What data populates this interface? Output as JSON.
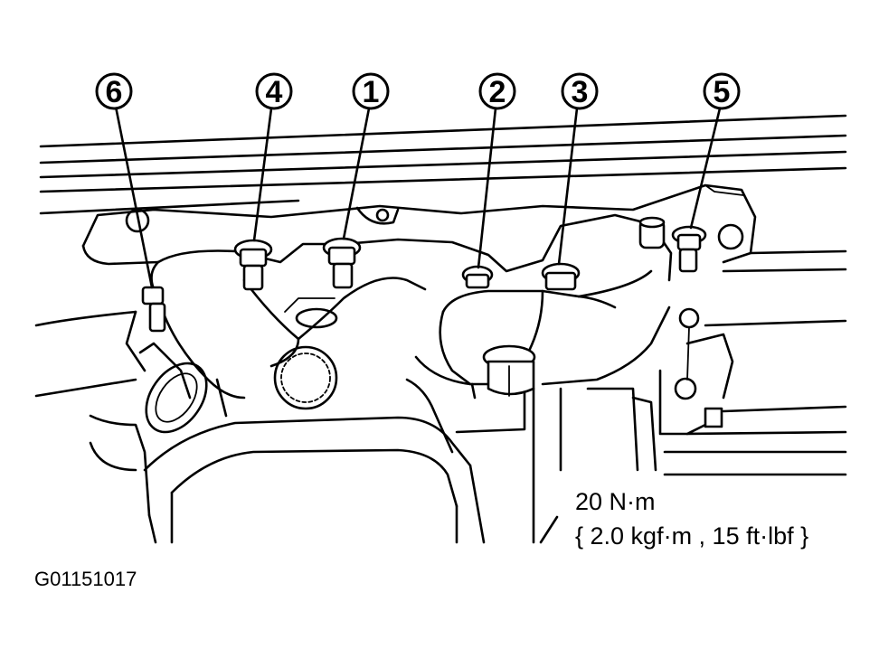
{
  "bolt_labels": [
    "6",
    "4",
    "1",
    "2",
    "3",
    "5"
  ],
  "torque": {
    "line1": "20 N·m",
    "line2": "{ 2.0 kgf·m , 15 ft·lbf }"
  },
  "figure_id": "G01151017",
  "colors": {
    "ink": "#000000",
    "background": "#ffffff"
  }
}
